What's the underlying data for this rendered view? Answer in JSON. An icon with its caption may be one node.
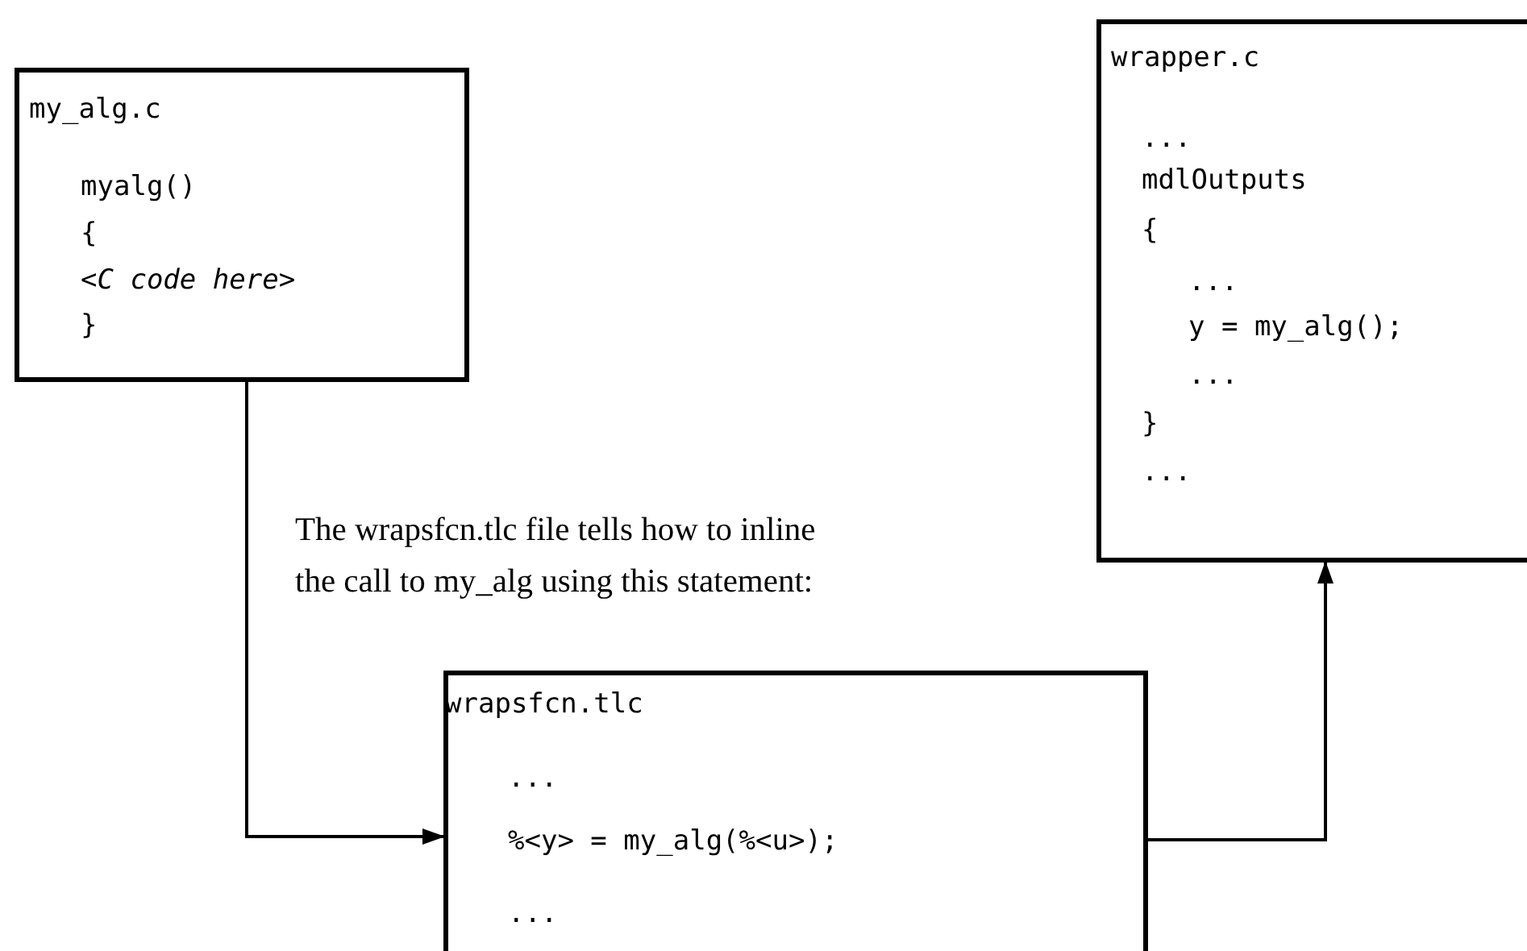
{
  "diagram": {
    "nodes": [
      {
        "text": [
          "my_alg.c",
          "myalg()",
          "{",
          "*<C code here>*",
          "}"
        ]
      },
      {
        "text": [
          "wrapper.c",
          "...",
          "mdlOutputs",
          "{",
          "...",
          "y = my_alg();",
          "...",
          "}",
          "..."
        ]
      },
      {
        "text": [
          "wrapsfcn.tlc",
          "...",
          "%<y> = my_alg(%<u>);",
          "..."
        ]
      }
    ],
    "edges": [
      {
        "from": 0,
        "to": 2,
        "arrow": "to"
      },
      {
        "from": 2,
        "to": 1,
        "arrow": "to"
      }
    ],
    "labels": [
      "The wrapsfcn.tlc file tells how to inline the call to my_alg using this statement:"
    ]
  }
}
